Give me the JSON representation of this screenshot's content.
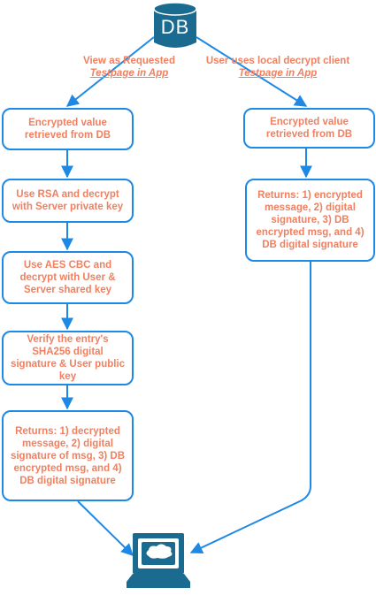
{
  "colors": {
    "accent": "#1e88e5",
    "text": "#f08060",
    "icon_fill": "#1a6b8f"
  },
  "database": {
    "label": "DB",
    "icon": "database-icon"
  },
  "edge_labels": {
    "left": {
      "line1": "View as Requested",
      "line2": "Testpage in App"
    },
    "right": {
      "line1": "User uses local decrypt client",
      "line2": "Testpage in App"
    }
  },
  "left_flow": [
    {
      "text": "Encrypted value retrieved from DB"
    },
    {
      "text": "Use RSA and decrypt with Server private key"
    },
    {
      "text": "Use AES CBC and decrypt with User & Server shared key"
    },
    {
      "text": "Verify the entry's SHA256 digital signature & User public key"
    },
    {
      "text": "Returns: 1) decrypted message, 2) digital signature of msg, 3) DB encrypted msg, and 4) DB digital signature"
    }
  ],
  "right_flow": [
    {
      "text": "Encrypted value retrieved from DB"
    },
    {
      "text": "Returns: 1) encrypted message, 2) digital signature, 3) DB encrypted msg, and 4) DB digital signature"
    }
  ],
  "terminal": {
    "icon": "computer-terminal-icon"
  }
}
